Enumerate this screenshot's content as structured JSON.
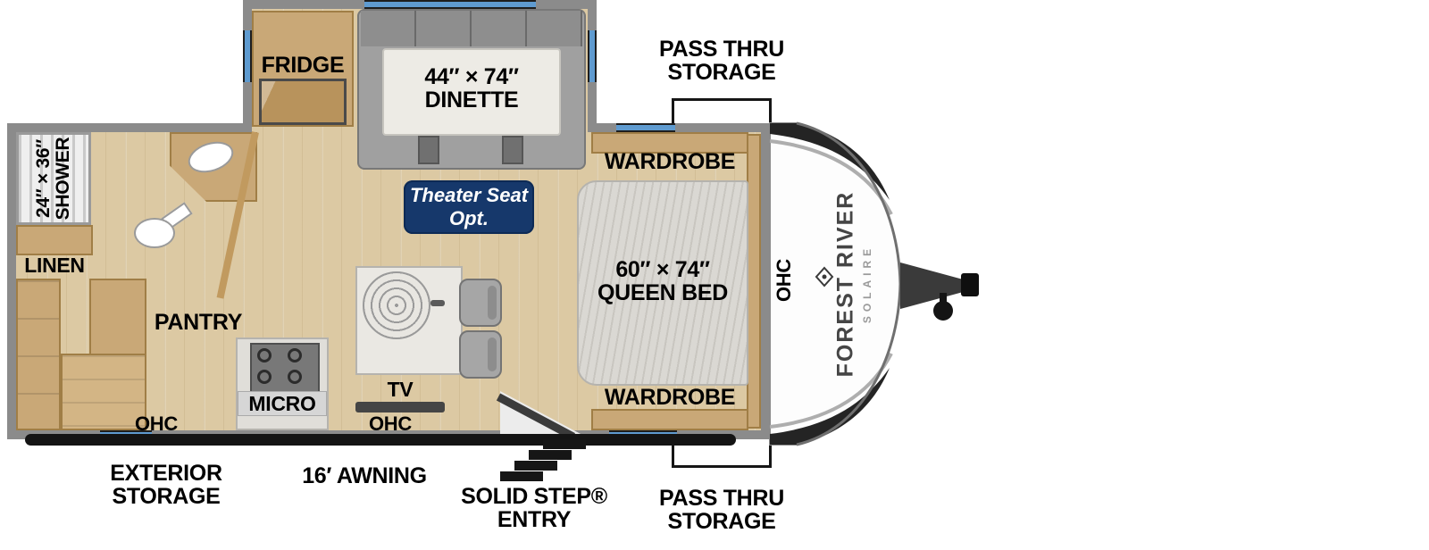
{
  "plan": {
    "brand": "FOREST RIVER",
    "model": "SOLAIRE",
    "labels": {
      "pass_thru_top": "PASS THRU\nSTORAGE",
      "pass_thru_bottom": "PASS THRU\nSTORAGE",
      "fridge": "FRIDGE",
      "dinette": "44″ × 74″\nDINETTE",
      "wardrobe_top": "WARDROBE",
      "wardrobe_bottom": "WARDROBE",
      "shower": "24″ × 36″\nSHOWER",
      "linen": "LINEN",
      "theater_seat_opt": "Theater Seat\nOpt.",
      "queen_bed": "60″ × 74″\nQUEEN BED",
      "ohc_front": "OHC",
      "ohc_left": "OHC",
      "ohc_kitchen": "OHC",
      "pantry": "PANTRY",
      "micro": "MICRO",
      "tv": "TV",
      "exterior_storage": "EXTERIOR\nSTORAGE",
      "awning": "16′ AWNING",
      "entry": "SOLID STEP® ENTRY"
    },
    "colors": {
      "wall_gray": "#8b8b8b",
      "floor_tan": "#dcc9a3",
      "cabinet_tan": "#c9a877",
      "badge_navy": "#16386b",
      "window_blue": "#5f9bd0",
      "awning_black": "#141414"
    }
  }
}
